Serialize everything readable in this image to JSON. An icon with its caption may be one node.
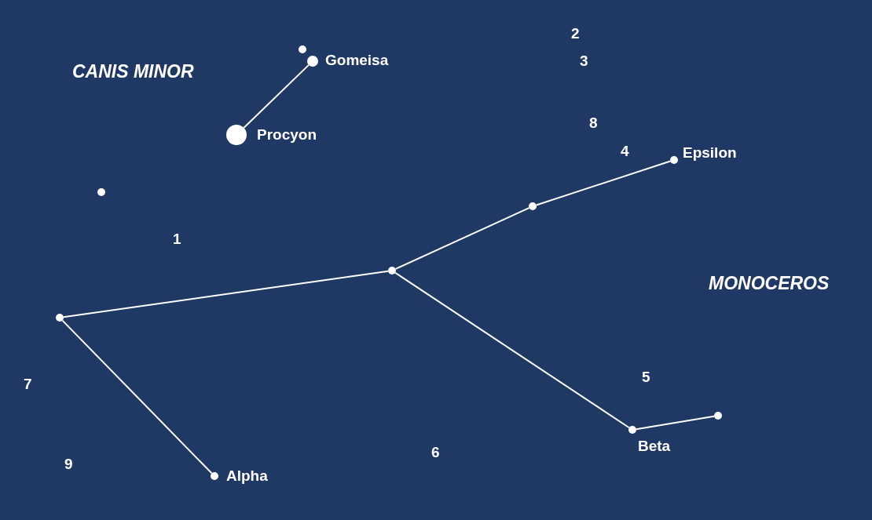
{
  "diagram": {
    "nodes": [
      {
        "text": [],
        "shape": "circle",
        "beside": [
          "Gomeisa"
        ]
      },
      {
        "text": [],
        "shape": "circle",
        "beside": [
          "Procyon"
        ]
      },
      {
        "text": [],
        "shape": "circle"
      },
      {
        "text": [],
        "shape": "circle"
      },
      {
        "text": [],
        "shape": "circle",
        "beside": [
          "Epsilon"
        ]
      },
      {
        "text": [],
        "shape": "circle"
      },
      {
        "text": [],
        "shape": "circle"
      },
      {
        "text": [],
        "shape": "circle"
      },
      {
        "text": [],
        "shape": "circle",
        "beside": [
          "Beta"
        ]
      },
      {
        "text": [],
        "shape": "circle",
        "beside": [
          "Alpha"
        ]
      },
      {
        "text": [],
        "shape": "circle"
      }
    ],
    "edges": [
      {
        "from": 0,
        "to": 1,
        "arrow": "none"
      },
      {
        "from": 4,
        "to": 5,
        "arrow": "none"
      },
      {
        "from": 5,
        "to": 6,
        "arrow": "none"
      },
      {
        "from": 6,
        "to": 7,
        "arrow": "none"
      },
      {
        "from": 7,
        "to": 9,
        "arrow": "none"
      },
      {
        "from": 6,
        "to": 8,
        "arrow": "none"
      },
      {
        "from": 8,
        "to": 10,
        "arrow": "none"
      }
    ],
    "labels": [
      "CANIS MINOR",
      "2",
      "3",
      "8",
      "4",
      "1",
      "MONOCEROS",
      "5",
      "7",
      "9",
      "6"
    ]
  }
}
